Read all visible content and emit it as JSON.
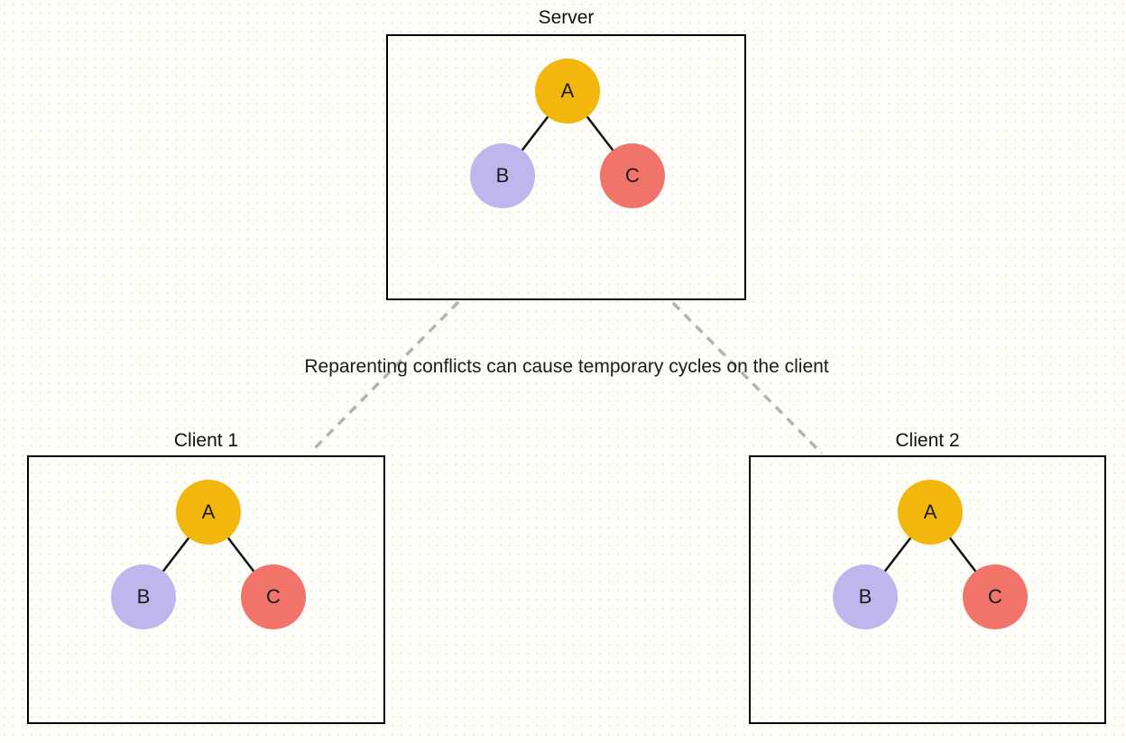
{
  "diagram": {
    "annotation": "Reparenting conflicts can cause temporary cycles on the client"
  },
  "panels": [
    {
      "title": "Server"
    },
    {
      "title": "Client 1"
    },
    {
      "title": "Client 2"
    }
  ],
  "tree": {
    "edge_color": "#111111",
    "nodes": [
      {
        "label": "A",
        "color": "#f2b60d"
      },
      {
        "label": "B",
        "color": "#bfb6ee"
      },
      {
        "label": "C",
        "color": "#f1746b"
      }
    ]
  },
  "connectors": {
    "color": "#b3b3b3"
  }
}
